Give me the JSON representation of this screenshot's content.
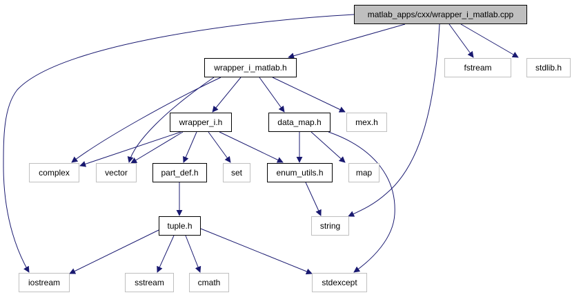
{
  "graph": {
    "edge_color": "#191970",
    "nodes": {
      "root": {
        "label": "matlab_apps/cxx/wrapper_i_matlab.cpp",
        "kind": "root"
      },
      "wim": {
        "label": "wrapper_i_matlab.h",
        "kind": "local"
      },
      "fstream": {
        "label": "fstream",
        "kind": "sys"
      },
      "stdlib": {
        "label": "stdlib.h",
        "kind": "sys"
      },
      "wi": {
        "label": "wrapper_i.h",
        "kind": "local"
      },
      "dm": {
        "label": "data_map.h",
        "kind": "local"
      },
      "mex": {
        "label": "mex.h",
        "kind": "sys"
      },
      "complex": {
        "label": "complex",
        "kind": "sys"
      },
      "vector": {
        "label": "vector",
        "kind": "sys"
      },
      "pd": {
        "label": "part_def.h",
        "kind": "local"
      },
      "set": {
        "label": "set",
        "kind": "sys"
      },
      "eu": {
        "label": "enum_utils.h",
        "kind": "local"
      },
      "map": {
        "label": "map",
        "kind": "sys"
      },
      "tuple": {
        "label": "tuple.h",
        "kind": "local"
      },
      "string": {
        "label": "string",
        "kind": "sys"
      },
      "iostream": {
        "label": "iostream",
        "kind": "sys"
      },
      "sstream": {
        "label": "sstream",
        "kind": "sys"
      },
      "cmath": {
        "label": "cmath",
        "kind": "sys"
      },
      "stdexcept": {
        "label": "stdexcept",
        "kind": "sys"
      }
    },
    "edges": [
      [
        "root",
        "iostream"
      ],
      [
        "root",
        "wim"
      ],
      [
        "root",
        "string"
      ],
      [
        "root",
        "fstream"
      ],
      [
        "root",
        "stdlib"
      ],
      [
        "wim",
        "complex"
      ],
      [
        "wim",
        "vector"
      ],
      [
        "wim",
        "wi"
      ],
      [
        "wim",
        "dm"
      ],
      [
        "wim",
        "mex"
      ],
      [
        "wi",
        "complex"
      ],
      [
        "wi",
        "vector"
      ],
      [
        "wi",
        "pd"
      ],
      [
        "wi",
        "set"
      ],
      [
        "wi",
        "eu"
      ],
      [
        "dm",
        "eu"
      ],
      [
        "dm",
        "map"
      ],
      [
        "dm",
        "stdexcept"
      ],
      [
        "eu",
        "string"
      ],
      [
        "pd",
        "tuple"
      ],
      [
        "tuple",
        "iostream"
      ],
      [
        "tuple",
        "sstream"
      ],
      [
        "tuple",
        "cmath"
      ],
      [
        "tuple",
        "stdexcept"
      ]
    ]
  }
}
